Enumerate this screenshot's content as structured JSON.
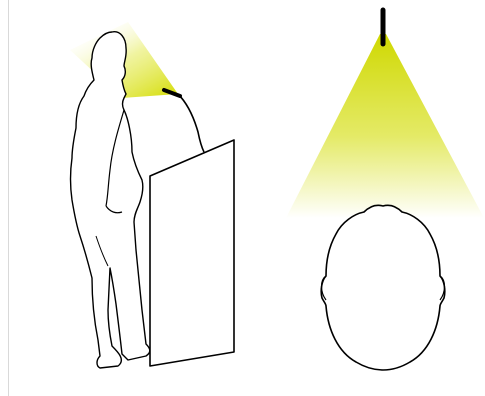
{
  "diagram": {
    "title": "",
    "colors": {
      "background": "#ffffff",
      "outline": "#000000",
      "light": "#d4dc00",
      "frame_border": "#d9d9d9"
    },
    "panels": [
      {
        "id": "side-view",
        "elements": [
          "speaker-silhouette",
          "lectern",
          "gooseneck-microphone",
          "light-cone"
        ]
      },
      {
        "id": "top-view",
        "elements": [
          "ceiling-microphone",
          "light-cone",
          "head-top-view"
        ]
      }
    ]
  }
}
